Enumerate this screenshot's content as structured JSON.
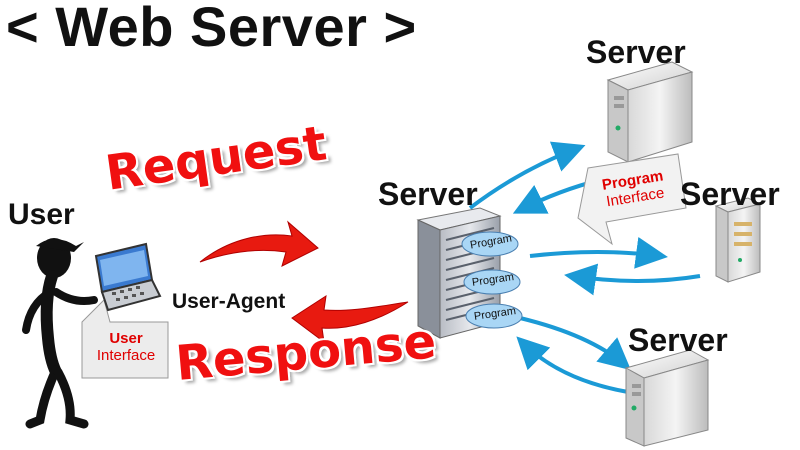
{
  "title": "< Web Server >",
  "labels": {
    "user": "User",
    "user_agent": "User-Agent",
    "request": "Request",
    "response": "Response",
    "server_center": "Server",
    "server_top": "Server",
    "server_right": "Server",
    "server_bottom": "Server"
  },
  "callouts": {
    "user_interface_line1": "User",
    "user_interface_line2": "Interface",
    "program_interface_line1": "Program",
    "program_interface_line2": "Interface"
  },
  "programs": [
    "Program",
    "Program",
    "Program"
  ],
  "colors": {
    "arrow_red": "#e81a10",
    "arrow_blue": "#1b9ad6",
    "text_red": "#e00000",
    "program_bubble": "#a9d6f5"
  }
}
